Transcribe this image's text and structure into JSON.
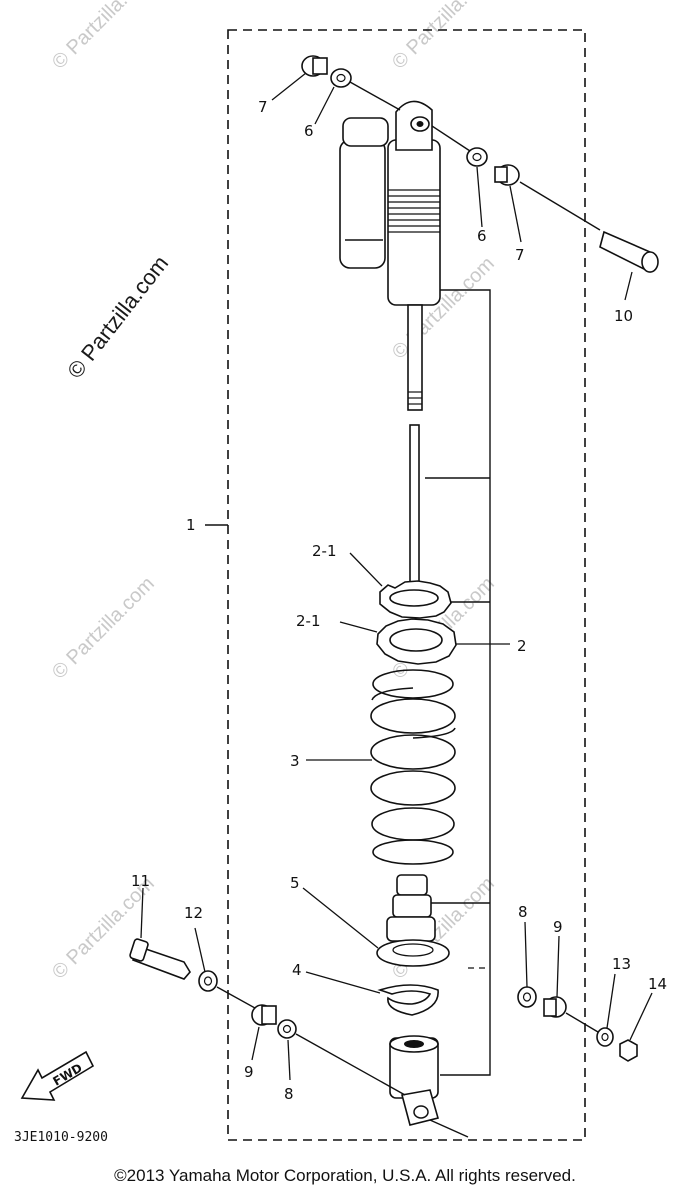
{
  "diagram": {
    "callouts": {
      "c1": "1",
      "c2": "2",
      "c2_1a": "2-1",
      "c2_1b": "2-1",
      "c3": "3",
      "c4": "4",
      "c5": "5",
      "c6a": "6",
      "c6b": "6",
      "c7a": "7",
      "c7b": "7",
      "c8a": "8",
      "c8b": "8",
      "c9a": "9",
      "c9b": "9",
      "c10": "10",
      "c11": "11",
      "c12": "12",
      "c13": "13",
      "c14": "14"
    },
    "fwd_label": "FWD",
    "part_code": "3JE1010-9200",
    "watermark": "© Partzilla.com"
  },
  "footer": {
    "copyright": "©2013 Yamaha Motor Corporation, U.S.A. All rights reserved."
  }
}
